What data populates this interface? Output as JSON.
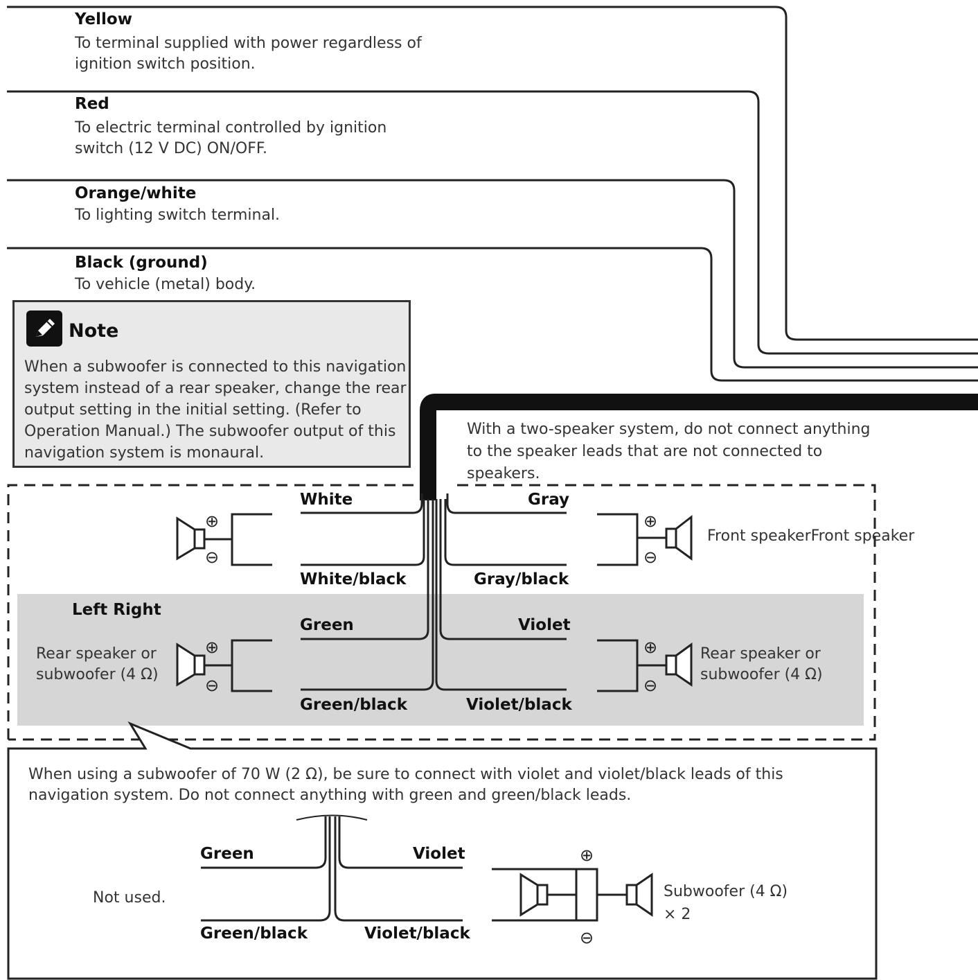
{
  "leads": {
    "yellow": {
      "name": "Yellow",
      "desc": "To terminal supplied with power regardless of\nignition switch position."
    },
    "red": {
      "name": "Red",
      "desc": "To electric terminal controlled by ignition\nswitch (12 V DC) ON/OFF."
    },
    "orange": {
      "name": "Orange/white",
      "desc": "To lighting switch terminal."
    },
    "black": {
      "name": "Black (ground)",
      "desc": "To vehicle (metal) body."
    }
  },
  "note": {
    "title": "Note",
    "text": "When a subwoofer is connected to this navigation\nsystem instead of a rear speaker, change the rear\noutput setting in the initial setting. (Refer to\nOperation Manual.) The subwoofer output of this\nnavigation system is monaural."
  },
  "two_speaker_note": "With a two-speaker system, do not connect anything\nto the speaker leads that are not connected to\nspeakers.",
  "wires": {
    "white": "White",
    "white_black": "White/black",
    "gray": "Gray",
    "gray_black": "Gray/black",
    "green": "Green",
    "green_black": "Green/black",
    "violet": "Violet",
    "violet_black": "Violet/black"
  },
  "speakers": {
    "front": "Front speakerFront speaker",
    "left_right": "Left Right",
    "rear_left": "Rear speaker or\nsubwoofer (4 Ω)",
    "rear_right": "Rear speaker or\nsubwoofer (4 Ω)"
  },
  "subwoofer_note": "When using a subwoofer of 70 W (2 Ω), be sure to connect with violet and violet/black leads of this\nnavigation system. Do not connect anything with green and green/black leads.",
  "bottom": {
    "green": "Green",
    "green_black": "Green/black",
    "violet": "Violet",
    "violet_black": "Violet/black",
    "not_used": "Not used.",
    "subwoofer": "Subwoofer (4 Ω)\n× 2"
  },
  "symbols": {
    "plus": "⊕",
    "minus": "⊖"
  }
}
